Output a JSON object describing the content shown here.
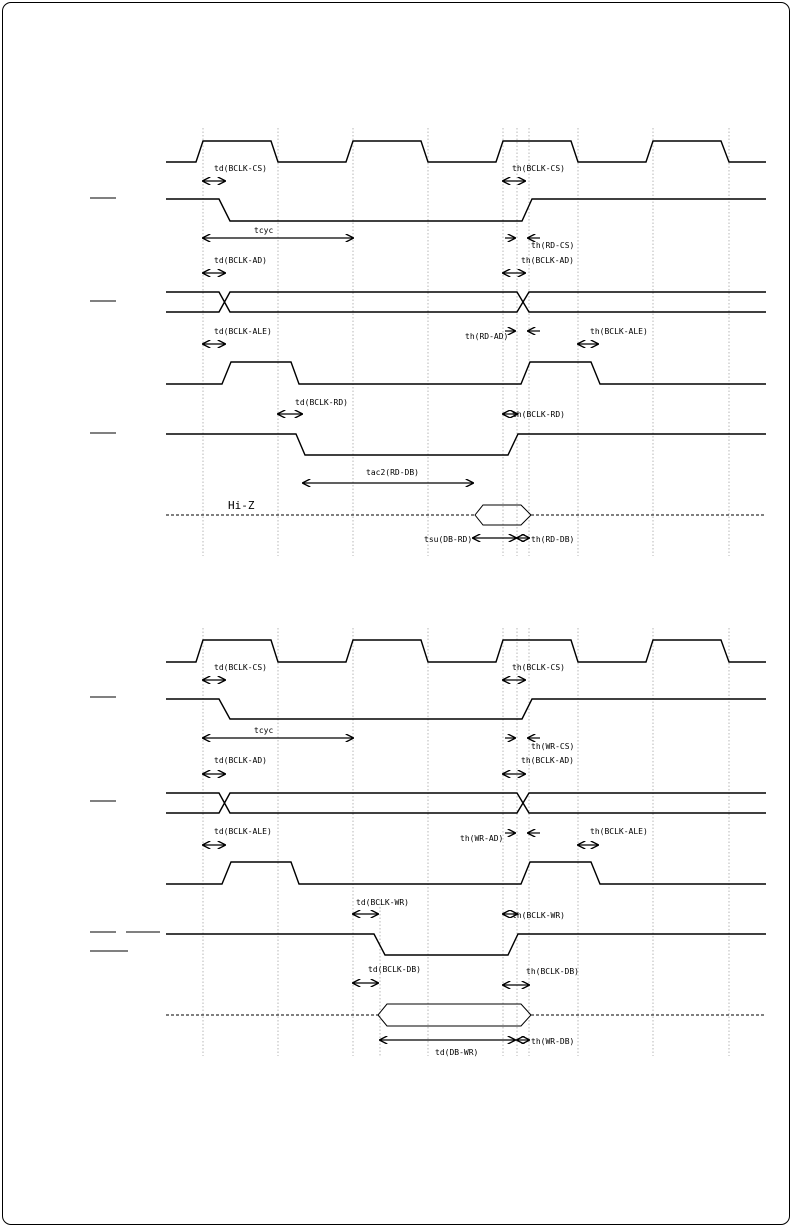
{
  "read_diagram": {
    "labels": {
      "td_bclk_cs": "td(BCLK-CS)",
      "th_bclk_cs": "th(BCLK-CS)",
      "tcyc": "tcyc",
      "th_rd_cs": "th(RD-CS)",
      "td_bclk_ad": "td(BCLK-AD)",
      "th_bclk_ad": "th(BCLK-AD)",
      "td_bclk_ale": "td(BCLK-ALE)",
      "th_rd_ad": "th(RD-AD)",
      "th_bclk_ale": "th(BCLK-ALE)",
      "td_bclk_rd": "td(BCLK-RD)",
      "th_bclk_rd": "th(BCLK-RD)",
      "tac2_rd_db": "tac2(RD-DB)",
      "hi_z": "Hi-Z",
      "tsu_db_rd": "tsu(DB-RD)",
      "th_rd_db": "th(RD-DB)"
    }
  },
  "write_diagram": {
    "labels": {
      "td_bclk_cs": "td(BCLK-CS)",
      "th_bclk_cs": "th(BCLK-CS)",
      "tcyc": "tcyc",
      "th_wr_cs": "th(WR-CS)",
      "td_bclk_ad": "td(BCLK-AD)",
      "th_bclk_ad": "th(BCLK-AD)",
      "td_bclk_ale": "td(BCLK-ALE)",
      "th_wr_ad": "th(WR-AD)",
      "th_bclk_ale": "th(BCLK-ALE)",
      "td_bclk_wr": "td(BCLK-WR)",
      "th_bclk_wr": "th(BCLK-WR)",
      "td_bclk_db": "td(BCLK-DB)",
      "th_bclk_db": "th(BCLK-DB)",
      "td_db_wr": "td(DB-WR)",
      "th_wr_db": "th(WR-DB)"
    }
  }
}
